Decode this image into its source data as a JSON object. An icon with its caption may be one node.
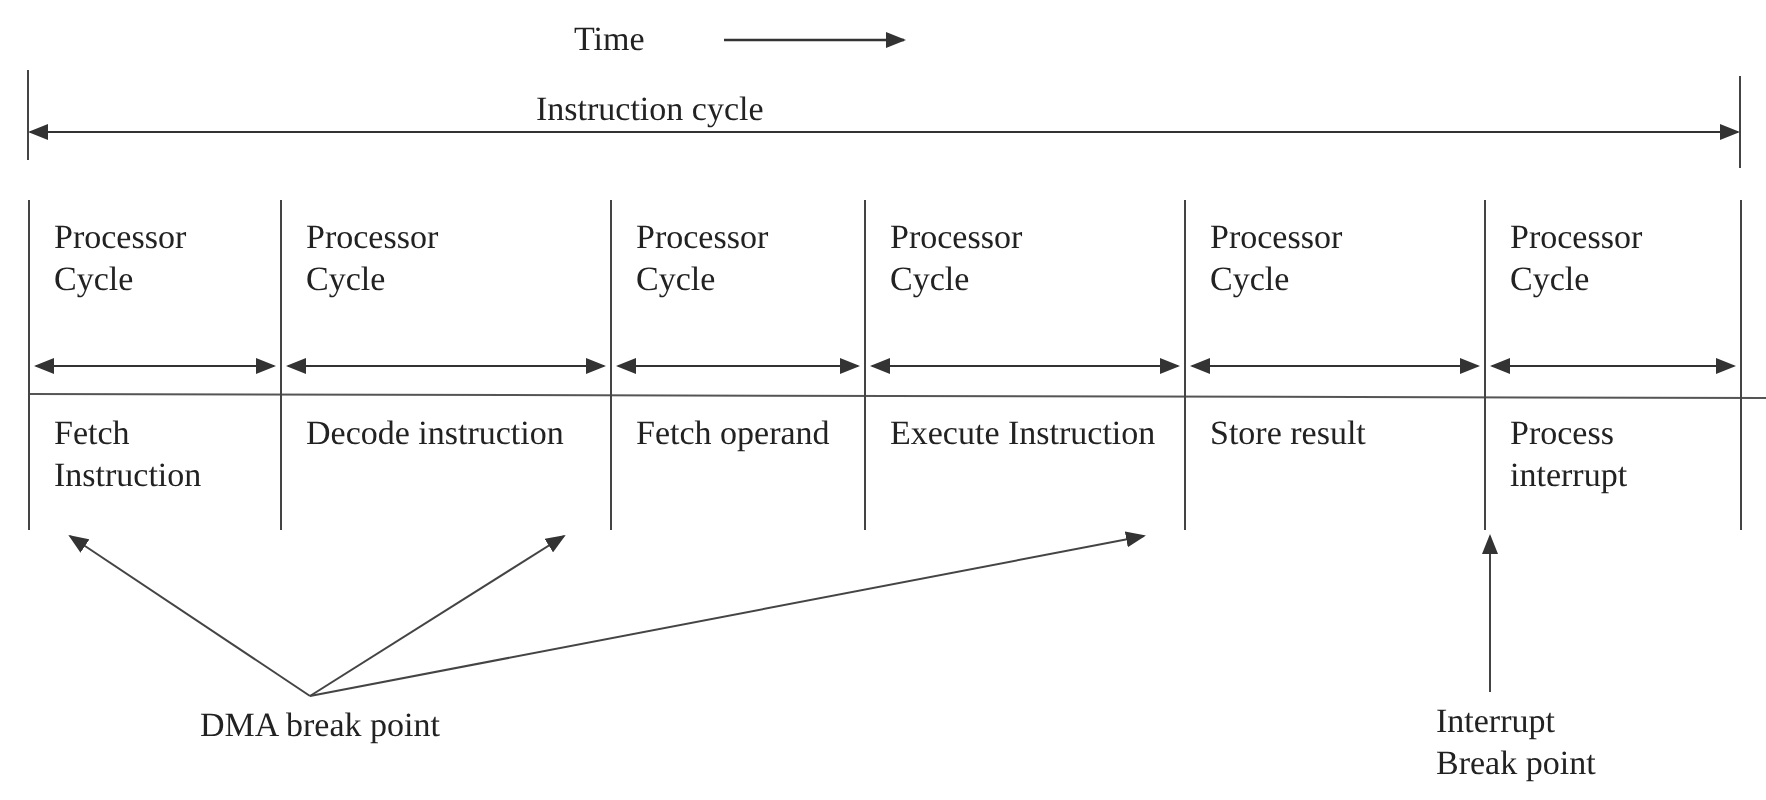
{
  "diagram": {
    "nodes": [
      {
        "text": [
          "Processor Cycle",
          "Fetch Instruction"
        ]
      },
      {
        "text": [
          "Processor Cycle",
          "Decode instruction"
        ]
      },
      {
        "text": [
          "Processor Cycle",
          "Fetch operand"
        ]
      },
      {
        "text": [
          "Processor Cycle",
          "Execute Instruction"
        ]
      },
      {
        "text": [
          "Processor Cycle",
          "Store result"
        ]
      },
      {
        "text": [
          "Processor Cycle",
          "Process interrupt"
        ]
      },
      {
        "text": [
          "DMA break point"
        ]
      },
      {
        "text": [
          "Interrupt Break point"
        ]
      }
    ],
    "edges": [
      {
        "from": 6,
        "to": 0,
        "arrow": "to"
      },
      {
        "from": 6,
        "to": 1,
        "arrow": "to"
      },
      {
        "from": 6,
        "to": 3,
        "arrow": "to"
      },
      {
        "from": 7,
        "to": 5,
        "arrow": "to"
      }
    ],
    "labels": [
      "Time",
      "Instruction cycle"
    ]
  }
}
